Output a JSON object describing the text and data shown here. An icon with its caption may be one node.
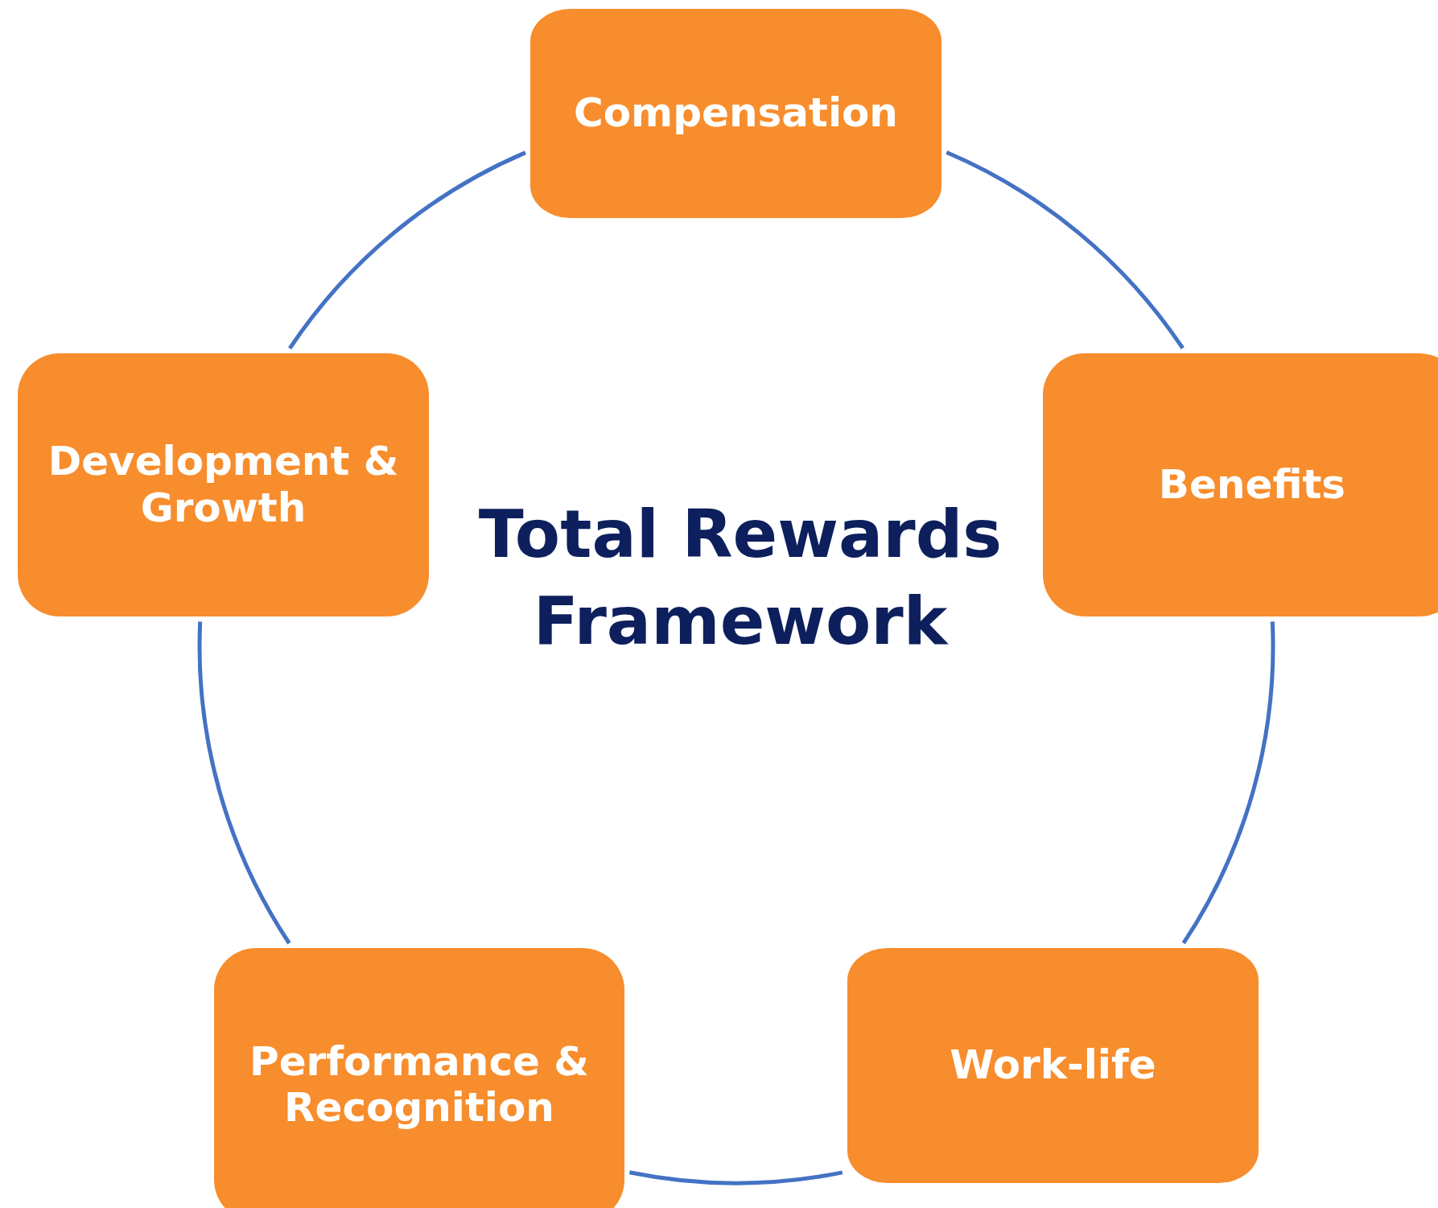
{
  "diagram": {
    "title": "Total Rewards Framework",
    "nodes": [
      {
        "text": [
          "Compensation"
        ]
      },
      {
        "text": [
          "Benefits"
        ]
      },
      {
        "text": [
          "Work-life"
        ]
      },
      {
        "text": [
          "Performance & Recognition"
        ]
      },
      {
        "text": [
          "Development & Growth"
        ]
      }
    ],
    "edges": [
      {
        "from": 0,
        "to": 1,
        "arrow": "none"
      },
      {
        "from": 1,
        "to": 2,
        "arrow": "none"
      },
      {
        "from": 2,
        "to": 3,
        "arrow": "none"
      },
      {
        "from": 3,
        "to": 4,
        "arrow": "none"
      },
      {
        "from": 4,
        "to": 0,
        "arrow": "none"
      }
    ]
  }
}
